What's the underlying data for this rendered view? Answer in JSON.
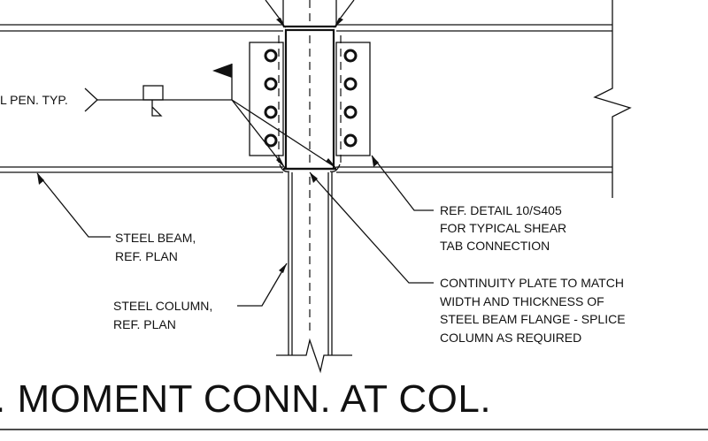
{
  "notes": {
    "weld": "L PEN. TYP.",
    "beam": [
      "STEEL BEAM,",
      "REF. PLAN"
    ],
    "column": [
      "STEEL COLUMN,",
      "REF. PLAN"
    ],
    "shear_tab": [
      "REF. DETAIL 10/S405",
      "FOR TYPICAL SHEAR",
      "TAB CONNECTION"
    ],
    "continuity_plate": [
      "CONTINUITY PLATE TO MATCH",
      "WIDTH AND THICKNESS OF",
      "STEEL BEAM FLANGE - SPLICE",
      "COLUMN AS REQUIRED"
    ]
  },
  "title": ". MOMENT CONN. AT COL."
}
